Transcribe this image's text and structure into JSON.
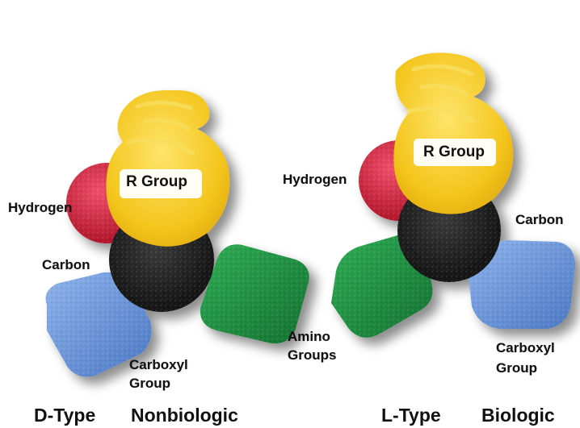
{
  "colors": {
    "hydrogen": "#d8233a",
    "carbon": "#1b1b1b",
    "r_group": "#f3c51c",
    "amino": "#1c8a3c",
    "carboxyl": "#5f8fd4",
    "label": "#111111"
  },
  "models": [
    {
      "id": "d-type",
      "labels": {
        "r_group": "R Group",
        "hydrogen": "Hydrogen",
        "carbon": "Carbon",
        "carboxyl_1": "Carboxyl",
        "carboxyl_2": "Group",
        "amino_1": "Amino",
        "amino_2": "Groups"
      },
      "caption": {
        "type": "D-Type",
        "kind": "Nonbiologic"
      }
    },
    {
      "id": "l-type",
      "labels": {
        "r_group": "R Group",
        "hydrogen": "Hydrogen",
        "carbon": "Carbon",
        "carboxyl_1": "Carboxyl",
        "carboxyl_2": "Group"
      },
      "caption": {
        "type": "L-Type",
        "kind": "Biologic"
      }
    }
  ]
}
